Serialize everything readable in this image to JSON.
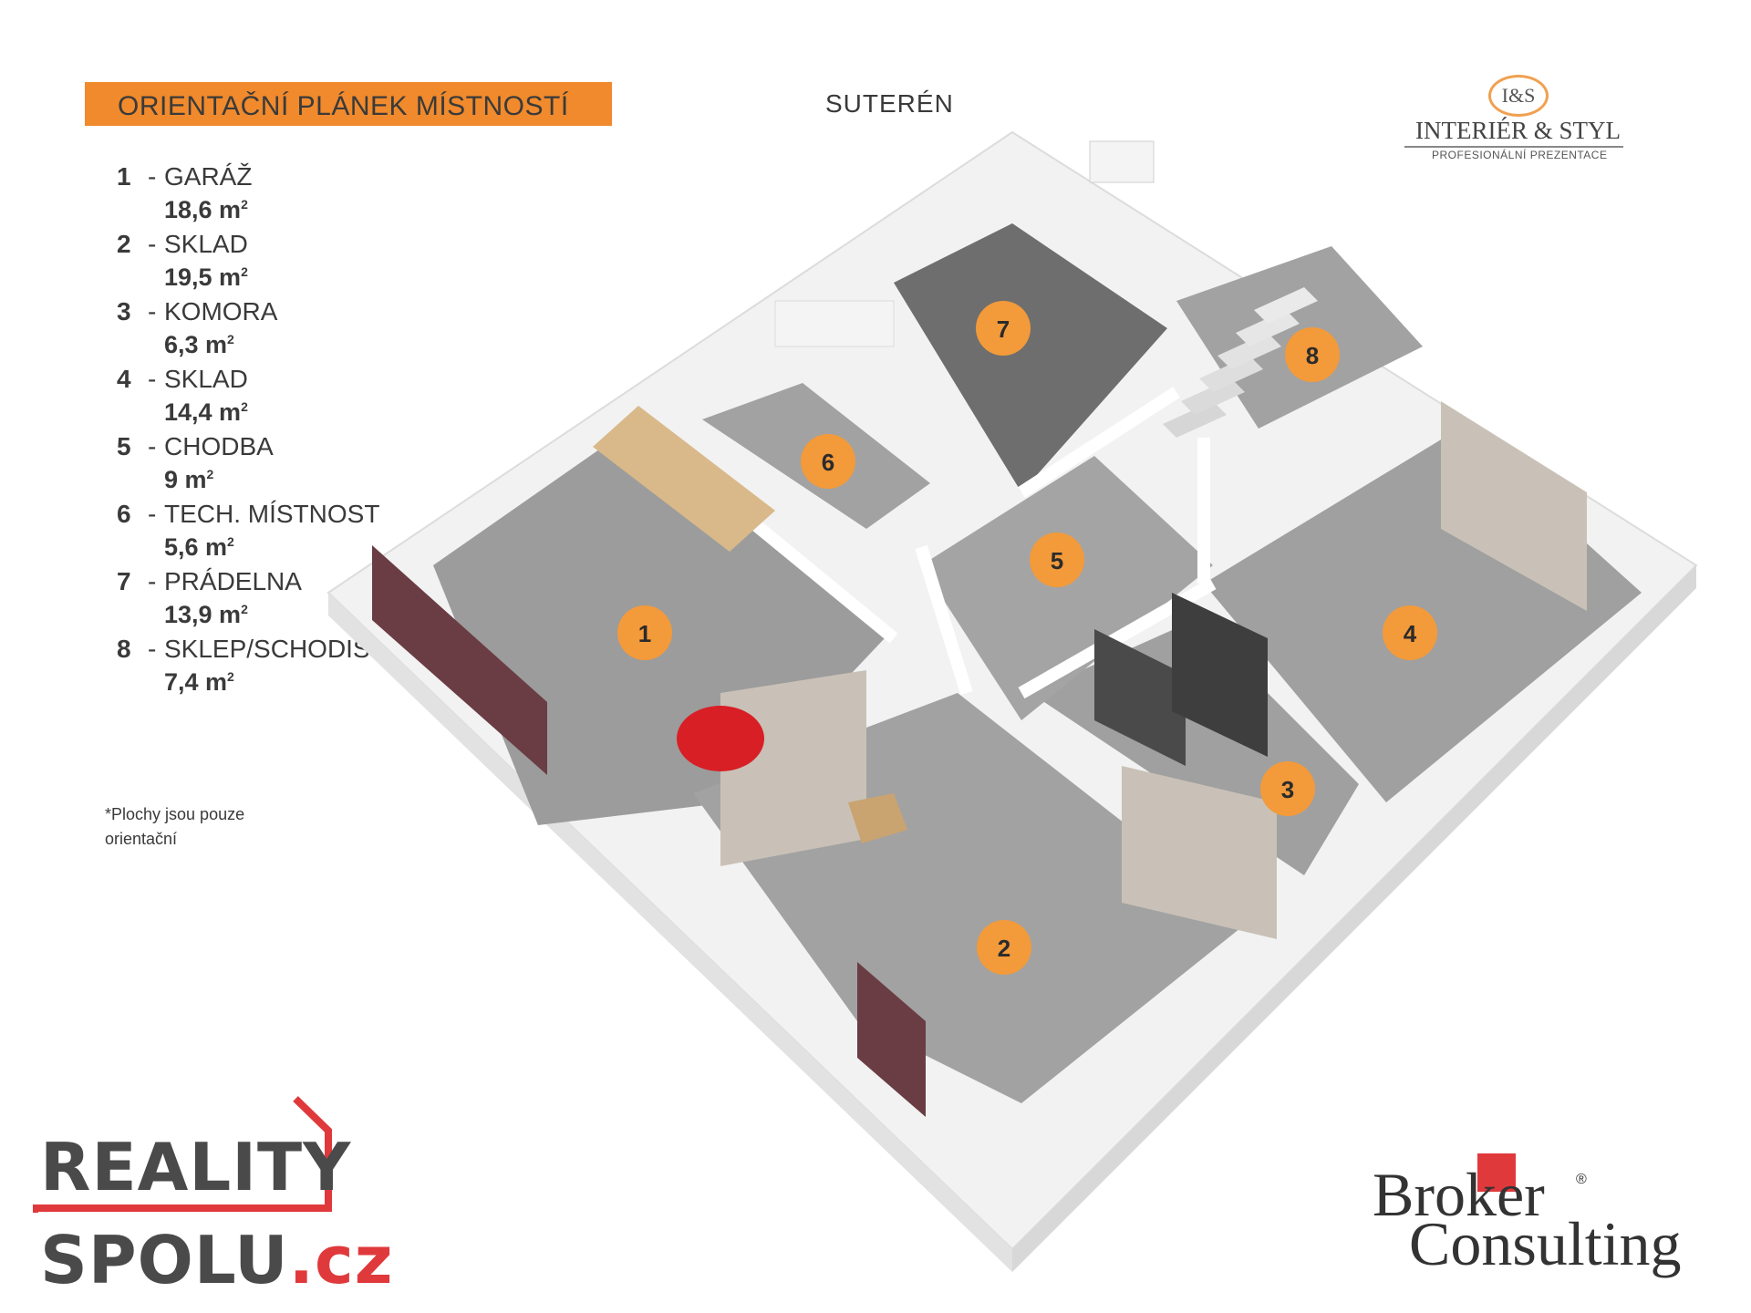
{
  "header": {
    "title": "ORIENTAČNÍ PLÁNEK MÍSTNOSTÍ",
    "floor": "SUTERÉN"
  },
  "legend": [
    {
      "num": "1",
      "name": "GARÁŽ",
      "area": "18,6 m"
    },
    {
      "num": "2",
      "name": "SKLAD",
      "area": "19,5 m"
    },
    {
      "num": "3",
      "name": "KOMORA",
      "area": "6,3 m"
    },
    {
      "num": "4",
      "name": "SKLAD",
      "area": "14,4 m"
    },
    {
      "num": "5",
      "name": "CHODBA",
      "area": "9 m"
    },
    {
      "num": "6",
      "name": "TECH. MÍSTNOST",
      "area": "5,6 m"
    },
    {
      "num": "7",
      "name": "PRÁDELNA",
      "area": "13,9 m"
    },
    {
      "num": "8",
      "name": "SKLEP/SCHODIŠTĚ",
      "area": "7,4 m"
    }
  ],
  "area_unit_sup": "2",
  "note": "*Plochy jsou pouze orientační",
  "logos": {
    "interier_monogram": "I&S",
    "interier_title": "INTERIÉR & STYL",
    "interier_subtitle": "PROFESIONÁLNÍ PREZENTACE",
    "reality_line1": "REALITY",
    "reality_line2": "SPOLU",
    "reality_tld": ".cz",
    "broker_line1": "Broker",
    "broker_line2": "Consulting",
    "broker_reg": "®"
  },
  "room_markers": [
    "1",
    "2",
    "3",
    "4",
    "5",
    "6",
    "7",
    "8"
  ],
  "colors": {
    "accent_orange": "#f08a2c",
    "marker_orange": "#f39a3a",
    "floor_gray": "#9a9a9a",
    "dark_floor": "#6e6e6e",
    "wall": "#eeeeee",
    "brand_red": "#e0393c"
  }
}
